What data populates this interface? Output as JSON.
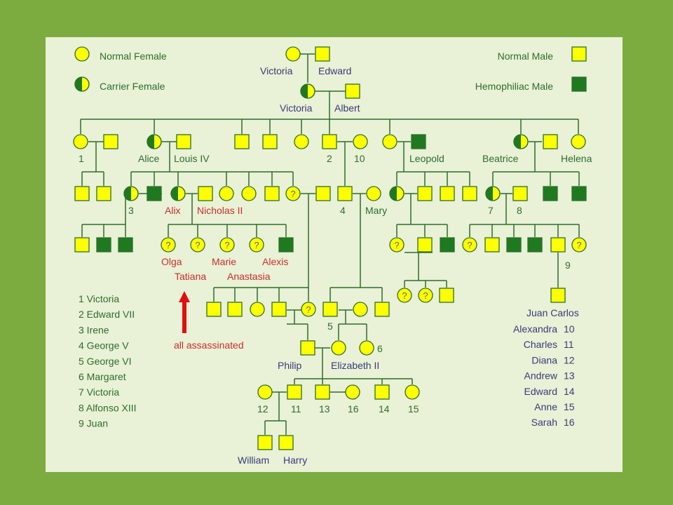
{
  "legend": {
    "normal_female": "Normal Female",
    "carrier_female": "Carrier Female",
    "normal_male": "Normal Male",
    "hemophiliac_male": "Hemophiliac Male"
  },
  "colors": {
    "background": "#7cac3f",
    "panel": "#e9f1d6",
    "normal_fill": "#ffff00",
    "affected_fill": "#1f7a1f",
    "line": "#2d6e2d",
    "label_blue": "#3a3a7a",
    "label_red": "#c83030"
  },
  "names": {
    "victoria_top": "Victoria",
    "edward_top": "Edward",
    "victoria_gen2": "Victoria",
    "albert": "Albert",
    "n1": "1",
    "alice": "Alice",
    "louis": "Louis IV",
    "n2": "2",
    "n10": "10",
    "leopold": "Leopold",
    "beatrice": "Beatrice",
    "helena": "Helena",
    "n3": "3",
    "alix": "Alix",
    "nicholas": "Nicholas II",
    "n4": "4",
    "mary": "Mary",
    "n7": "7",
    "n8": "8",
    "olga": "Olga",
    "tatiana": "Tatiana",
    "marie": "Marie",
    "anastasia": "Anastasia",
    "alexis": "Alexis",
    "n9": "9",
    "juan_carlos": "Juan Carlos",
    "n5": "5",
    "n6": "6",
    "philip": "Philip",
    "elizabeth": "Elizabeth II",
    "n12": "12",
    "n11": "11",
    "n13": "13",
    "n16": "16",
    "n14": "14",
    "n15": "15",
    "william": "William",
    "harry": "Harry",
    "question": "?"
  },
  "annotation": "all assassinated",
  "key_left": [
    "1  Victoria",
    "2  Edward VII",
    "3  Irene",
    "4  George V",
    "5  George VI",
    "6  Margaret",
    "7  Victoria",
    "8  Alfonso XIII",
    "9  Juan"
  ],
  "key_right": [
    {
      "name": "Alexandra",
      "num": "10"
    },
    {
      "name": "Charles",
      "num": "11"
    },
    {
      "name": "Diana",
      "num": "12"
    },
    {
      "name": "Andrew",
      "num": "13"
    },
    {
      "name": "Edward",
      "num": "14"
    },
    {
      "name": "Anne",
      "num": "15"
    },
    {
      "name": "Sarah",
      "num": "16"
    }
  ]
}
